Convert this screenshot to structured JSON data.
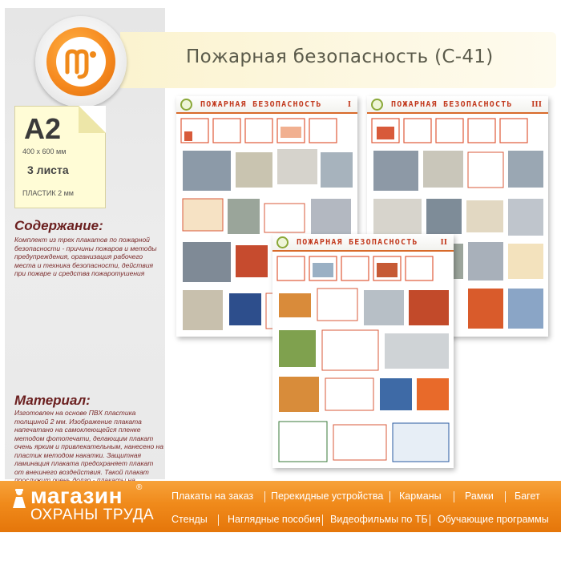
{
  "header": {
    "title": "Пожарная безопасность (С-41)"
  },
  "format": {
    "size_label": "A2",
    "size_mm": "400 х 600 мм",
    "sheets": "3 листа",
    "material_short": "ПЛАСТИК 2 мм"
  },
  "content": {
    "title": "Содержание:",
    "text": "Комплект из трех плакатов по пожарной безопасности - причины пожаров и методы предупреждения, организация рабочего места и техника безопасности, действия при пожаре и средства пожаротушения"
  },
  "material": {
    "title": "Материал:",
    "text": "Изготовлен на основе ПВХ пластика толщиной 2 мм. Изображение плаката напечатано на самоклеющейся пленке методом фотопечати, делающим плакат очень ярким и привлекательным, нанесено на пластик методом накатки. Защитная ламинация плаката предохраняет плакат от внешнего воздействия. Такой плакат прослужит очень долго - плакаты на пластике надежный, качественный и долговечный продукт."
  },
  "posters": [
    {
      "title": "ПОЖАРНАЯ БЕЗОПАСНОСТЬ",
      "number": "I"
    },
    {
      "title": "ПОЖАРНАЯ БЕЗОПАСНОСТЬ",
      "number": "III"
    },
    {
      "title": "ПОЖАРНАЯ БЕЗОПАСНОСТЬ",
      "number": "II"
    }
  ],
  "brand": {
    "line1": "магазин",
    "reg": "®",
    "line2": "ОХРАНЫ ТРУДА"
  },
  "nav": {
    "row1": [
      "Плакаты на заказ",
      "Перекидные устройства",
      "Карманы",
      "Рамки",
      "Багет"
    ],
    "row2": [
      "Стенды",
      "Наглядные пособия",
      "Видеофильмы по ТБ",
      "Обучающие программы"
    ]
  },
  "colors": {
    "accent_orange": "#f08a1b",
    "title_bar": "#fbf3cf",
    "section_text": "#7a2a2a",
    "poster_red": "#c23a1e"
  }
}
